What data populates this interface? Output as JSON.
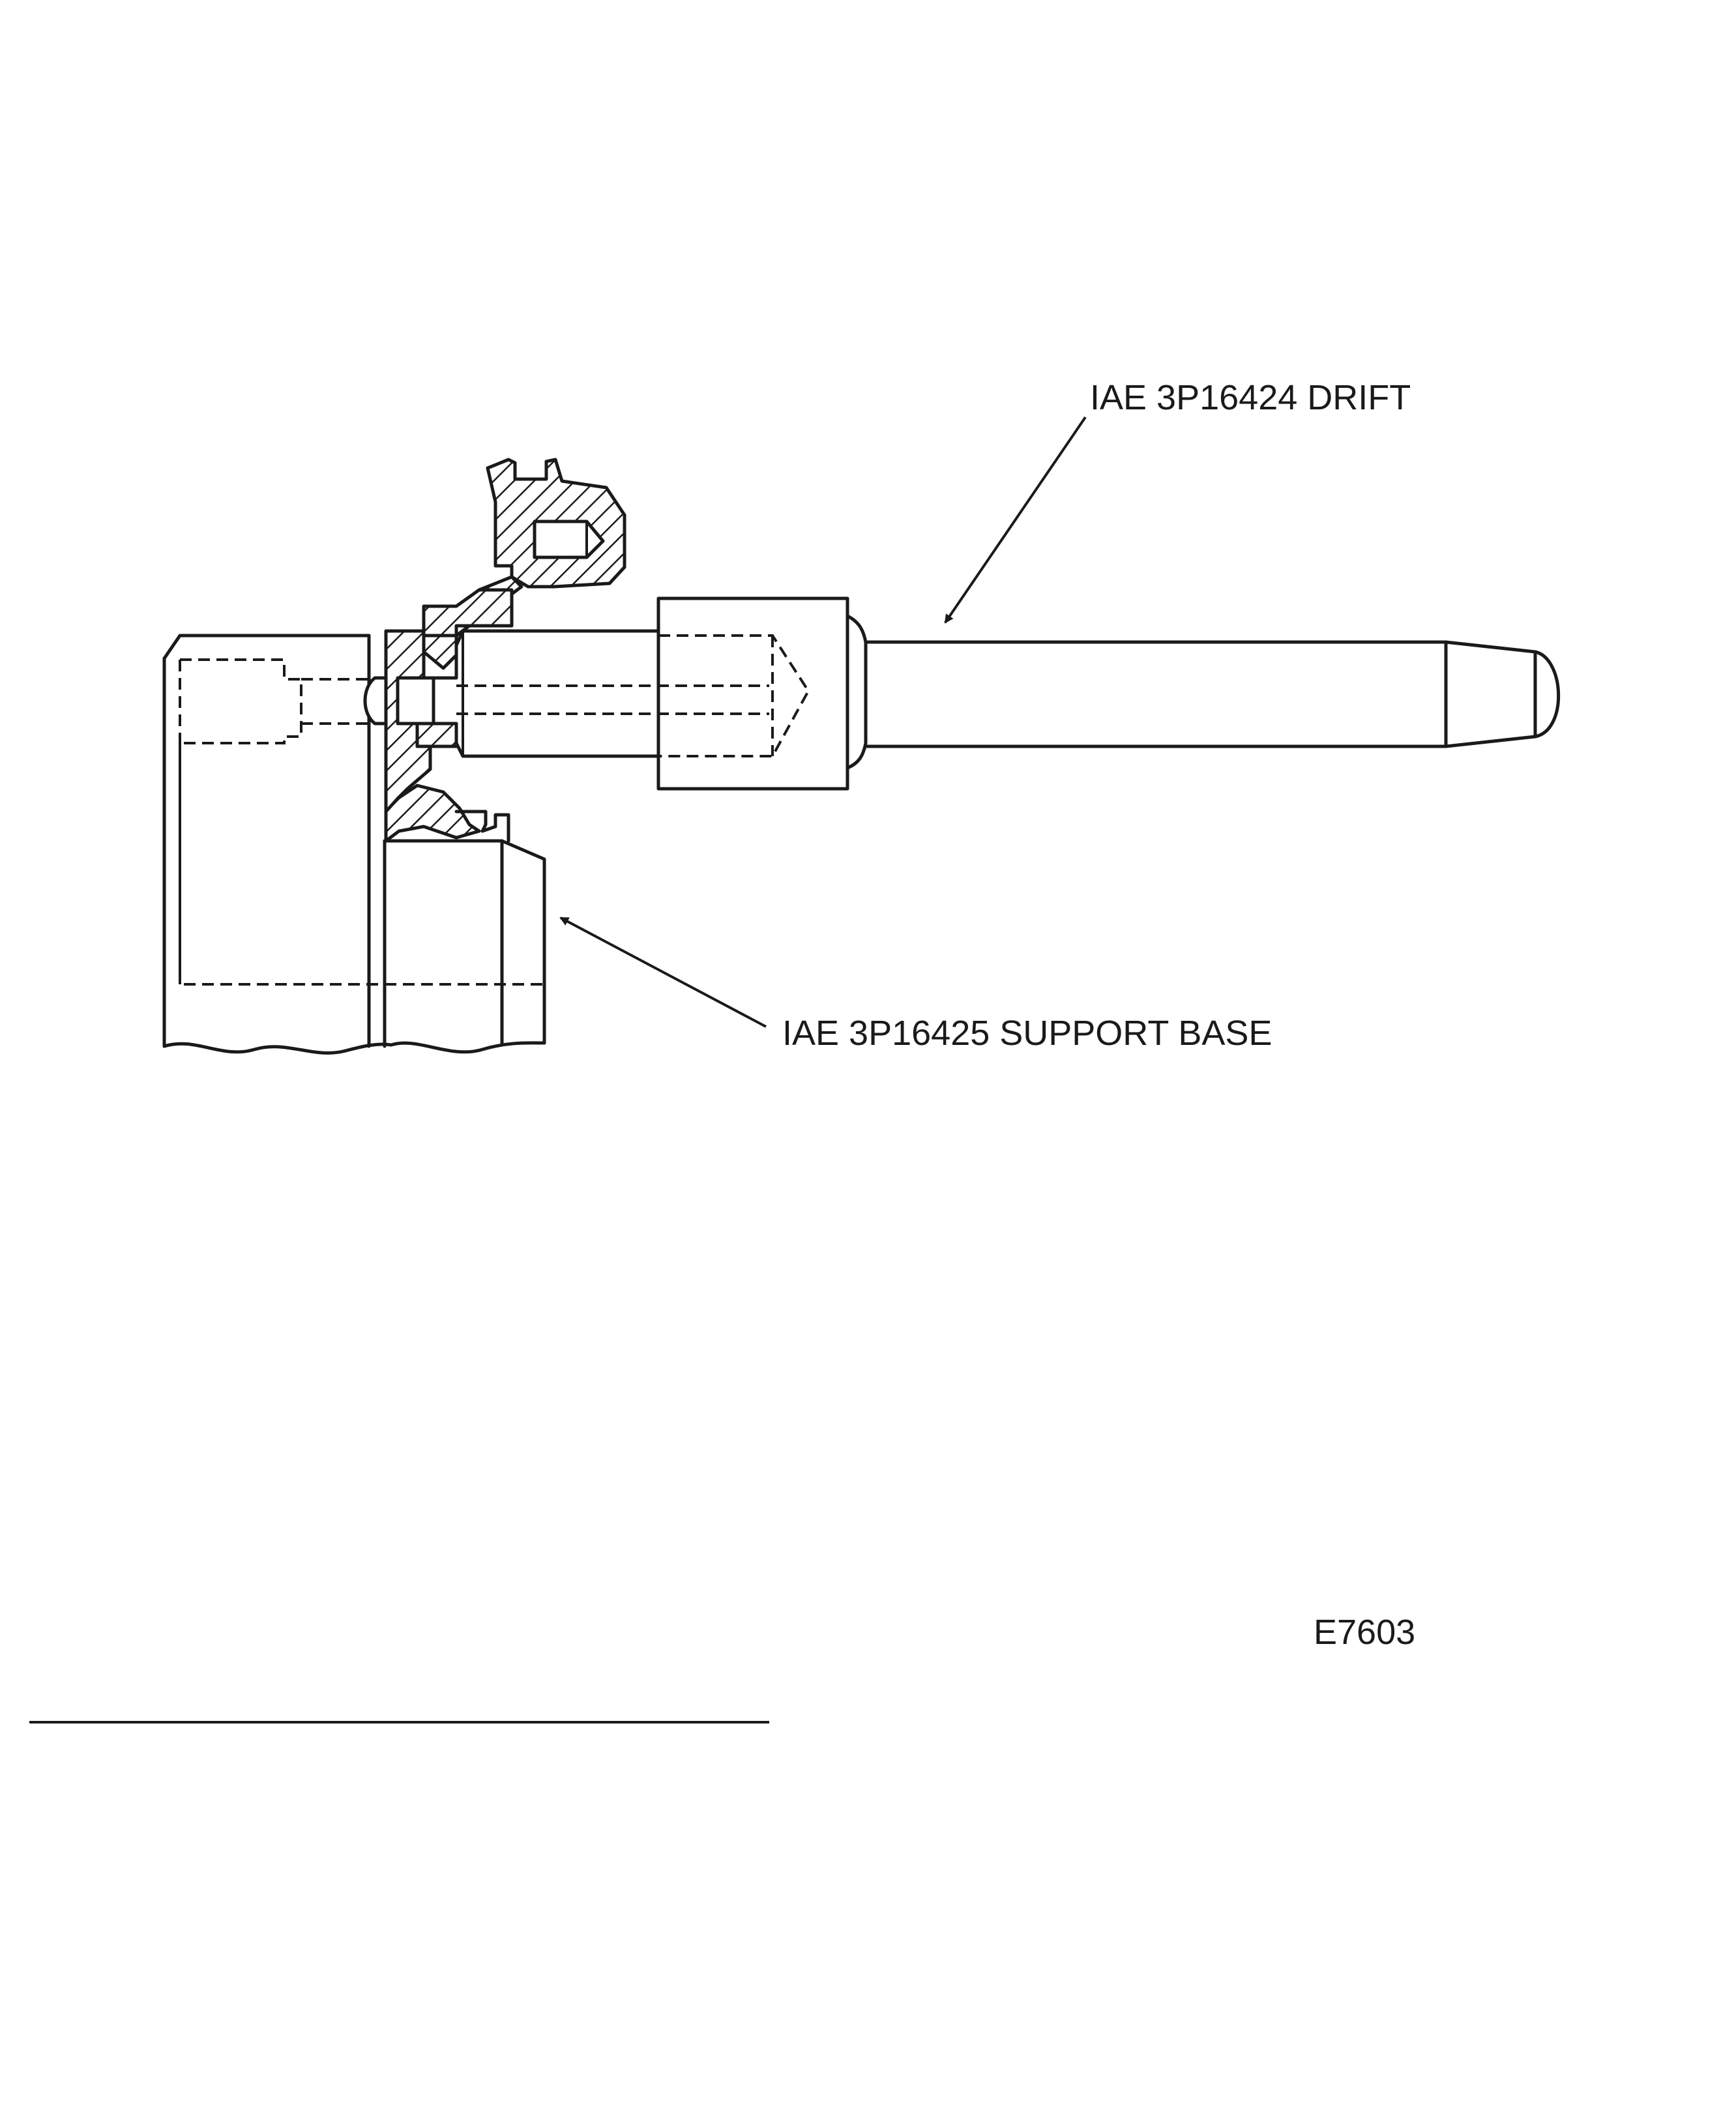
{
  "figure": {
    "callouts": {
      "drift": "IAE 3P16424 DRIFT",
      "support_base": "IAE 3P16425 SUPPORT BASE"
    },
    "figure_id": "E7603"
  }
}
